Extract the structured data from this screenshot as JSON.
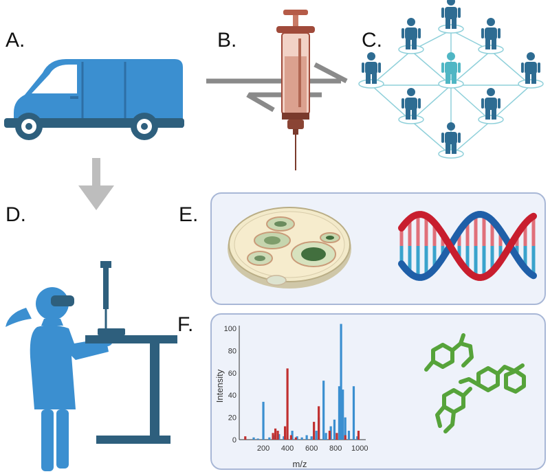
{
  "labels": {
    "a": "A.",
    "b": "B.",
    "c": "C.",
    "d": "D.",
    "e": "E.",
    "f": "F."
  },
  "icons": {
    "a": "delivery-van-icon",
    "b": "syringe-icon",
    "c": "people-network-icon",
    "d": "scientist-pipette-icon",
    "e1": "petri-dish-icon",
    "e2": "dna-helix-icon",
    "f2": "molecule-structure-icon"
  },
  "colors": {
    "blue": "#3b8fd0",
    "dark_blue": "#2e5f7d",
    "teal": "#4fb6c4",
    "red": "#c03030",
    "green": "#56a33a",
    "panel_border": "#a8b7d6",
    "panel_fill": "#eef2fa"
  },
  "chart_data": {
    "type": "bar",
    "xlabel": "m/z",
    "ylabel": "Intensity",
    "xlim": [
      0,
      1050
    ],
    "ylim": [
      0,
      100
    ],
    "xticks": [
      "200",
      "400",
      "600",
      "800",
      "1000"
    ],
    "xtick_values": [
      200,
      400,
      600,
      800,
      1000
    ],
    "yticks": [
      "0",
      "20",
      "40",
      "60",
      "80",
      "100"
    ],
    "ytick_values": [
      0,
      20,
      40,
      60,
      80,
      100
    ],
    "series": [
      {
        "color": "#3b8fd0",
        "points": [
          [
            120,
            2
          ],
          [
            155,
            1
          ],
          [
            200,
            34
          ],
          [
            250,
            2
          ],
          [
            290,
            4
          ],
          [
            330,
            5
          ],
          [
            370,
            3
          ],
          [
            440,
            8
          ],
          [
            480,
            3
          ],
          [
            520,
            2
          ],
          [
            560,
            4
          ],
          [
            600,
            3
          ],
          [
            640,
            8
          ],
          [
            660,
            20
          ],
          [
            700,
            53
          ],
          [
            720,
            6
          ],
          [
            760,
            12
          ],
          [
            790,
            18
          ],
          [
            830,
            48
          ],
          [
            845,
            104
          ],
          [
            860,
            45
          ],
          [
            880,
            20
          ],
          [
            910,
            8
          ],
          [
            950,
            48
          ],
          [
            980,
            3
          ]
        ]
      },
      {
        "color": "#c03030",
        "points": [
          [
            50,
            3
          ],
          [
            280,
            6
          ],
          [
            300,
            10
          ],
          [
            320,
            8
          ],
          [
            380,
            12
          ],
          [
            400,
            64
          ],
          [
            430,
            4
          ],
          [
            470,
            2
          ],
          [
            620,
            16
          ],
          [
            660,
            30
          ],
          [
            750,
            8
          ],
          [
            810,
            6
          ],
          [
            880,
            4
          ],
          [
            990,
            8
          ]
        ]
      }
    ]
  }
}
